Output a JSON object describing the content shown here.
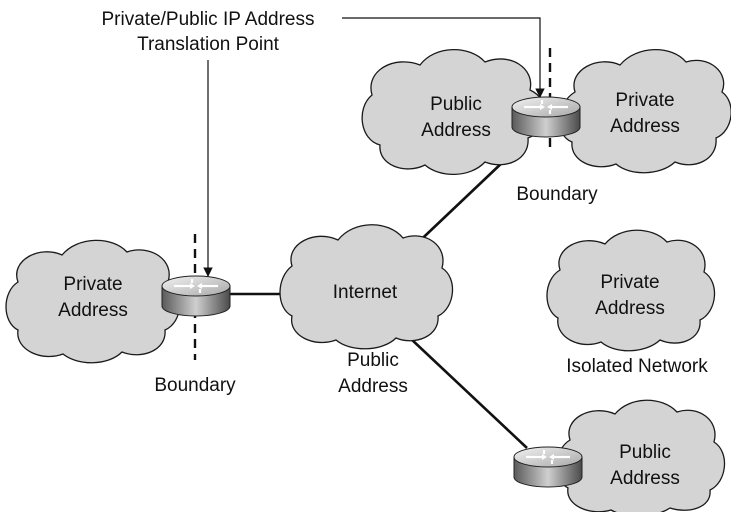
{
  "callout": {
    "line1": "Private/Public IP Address",
    "line2": "Translation Point"
  },
  "clouds": {
    "top_public": {
      "line1": "Public",
      "line2": "Address"
    },
    "top_private": {
      "line1": "Private",
      "line2": "Address"
    },
    "left_private": {
      "line1": "Private",
      "line2": "Address"
    },
    "internet": {
      "label": "Internet"
    },
    "isolated": {
      "line1": "Private",
      "line2": "Address"
    },
    "bottom_public": {
      "line1": "Public",
      "line2": "Address"
    }
  },
  "labels": {
    "boundary_top": "Boundary",
    "boundary_left": "Boundary",
    "internet_public_line1": "Public",
    "internet_public_line2": "Address",
    "isolated_network": "Isolated Network"
  },
  "icons": {
    "router": "router-icon",
    "cloud": "cloud-icon"
  }
}
